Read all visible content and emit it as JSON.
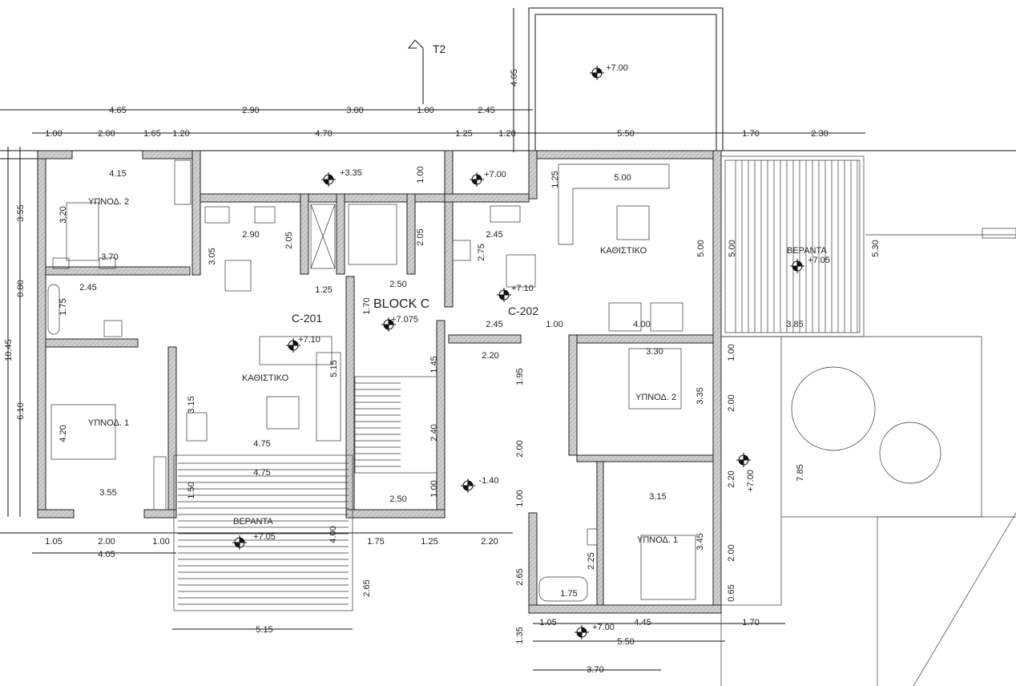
{
  "drawing": {
    "section_mark": "T2",
    "block_label": "BLOCK C",
    "units": [
      "C-201",
      "C-202"
    ],
    "rooms": {
      "left_bedroom2": "ΥΠΝΟΔ. 2",
      "left_bedroom1": "ΥΠΝΟΔ. 1",
      "left_living": "ΚΑΘΙΣΤΙΚΟ",
      "left_veranda": "ΒΕΡΑΝΤΑ",
      "right_living": "ΚΑΘΙΣΤΙΚΟ",
      "right_veranda": "ΒΕΡΑΝΤΑ",
      "right_bedroom2": "ΥΠΝΟΔ. 2",
      "right_bedroom1": "ΥΠΝΟΔ. 1"
    },
    "levels": [
      "+7.00",
      "+3.35",
      "+7.00",
      "+7.075",
      "+7.10",
      "+7.05",
      "+7.05",
      "+7.10",
      "+7.00",
      "-1.40",
      "+7.00"
    ],
    "dims_top_row1": [
      "4.65",
      "2.90",
      "3.00",
      "1.00",
      "2.45"
    ],
    "dims_top_row2": [
      "1.00",
      "2.00",
      "1.65",
      "1.20",
      "4.70",
      "1.25",
      "1.20",
      "5.50",
      "1.70",
      "2.30"
    ],
    "dims_left_side": [
      "3.55",
      "0.80",
      "10.45",
      "6.10"
    ],
    "dims_left_unit": [
      "4.15",
      "3.20",
      "3.70",
      "2.45",
      "1.75",
      "2.90",
      "2.05",
      "2.05",
      "3.05",
      "1.25",
      "2.50",
      "1.70",
      "1.00",
      "4.05",
      "5.15",
      "1.45",
      "4.20",
      "3.15",
      "4.75",
      "4.75",
      "2.40",
      "3.55",
      "1.50",
      "2.50",
      "1.00",
      "4.00",
      "2.65",
      "5.15"
    ],
    "dims_bottom_left": [
      "1.05",
      "2.00",
      "1.00",
      "4.05",
      "1.75",
      "1.25",
      "2.20"
    ],
    "dims_right_unit": [
      "1.25",
      "5.00",
      "2.45",
      "2.75",
      "5.00",
      "5.00",
      "5.30",
      "2.45",
      "1.00",
      "4.00",
      "3.85",
      "2.20",
      "3.30",
      "1.00",
      "1.95",
      "3.35",
      "2.00",
      "2.00",
      "7.85",
      "2.20",
      "3.15",
      "1.00",
      "3.45",
      "2.25",
      "2.00",
      "2.65",
      "1.75",
      "0.65",
      "1.05",
      "4.45",
      "1.70",
      "5.50",
      "1.35",
      "3.70"
    ]
  }
}
